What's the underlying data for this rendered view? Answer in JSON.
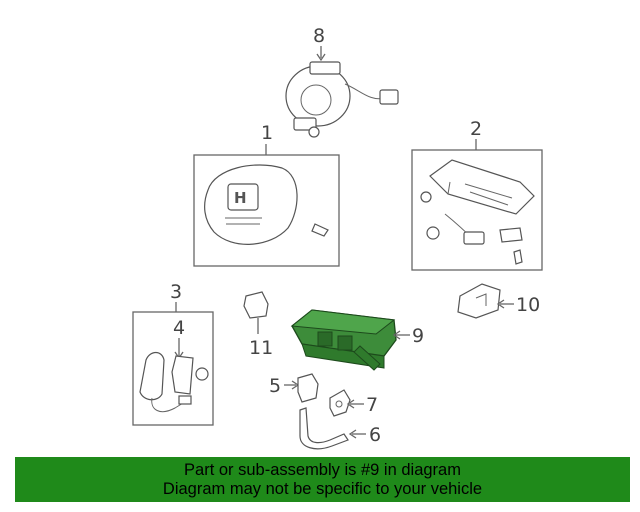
{
  "callouts": {
    "c1": "1",
    "c2": "2",
    "c3": "3",
    "c4": "4",
    "c5": "5",
    "c6": "6",
    "c7": "7",
    "c8": "8",
    "c9": "9",
    "c10": "10",
    "c11": "11"
  },
  "banner": {
    "line1": "Part or sub-assembly is #9 in diagram",
    "line2": "Diagram may not be specific to your vehicle"
  },
  "colors": {
    "highlight": "#3d8c3a",
    "banner": "#1f8a1a"
  }
}
